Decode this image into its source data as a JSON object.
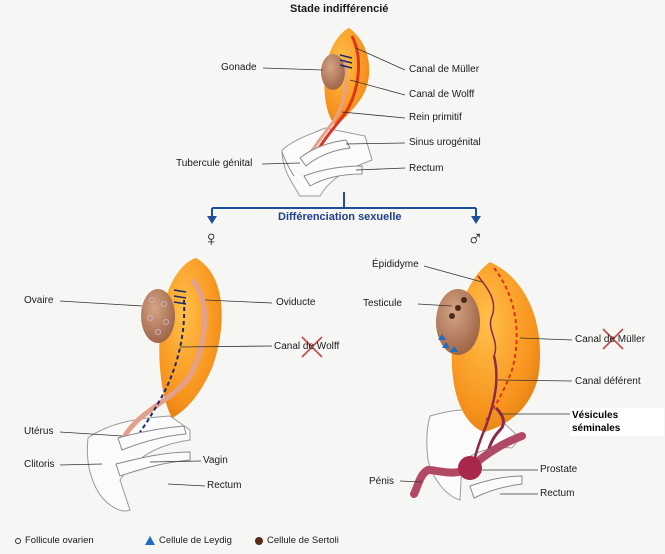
{
  "top": {
    "title": "Stade indifférencié",
    "labels": {
      "gonade": "Gonade",
      "canal_muller": "Canal de Müller",
      "canal_wolff": "Canal de Wolff",
      "rein_primitif": "Rein primitif",
      "sinus_urogenital": "Sinus urogénital",
      "tubercule_genital": "Tubercule génital",
      "rectum": "Rectum"
    }
  },
  "differentiation": {
    "label": "Différenciation sexuelle",
    "female_symbol": "♀",
    "male_symbol": "♂"
  },
  "female": {
    "labels": {
      "ovaire": "Ovaire",
      "oviducte": "Oviducte",
      "canal_wolff": "Canal de Wolff",
      "uterus": "Utérus",
      "clitoris": "Clitoris",
      "vagin": "Vagin",
      "rectum": "Rectum"
    }
  },
  "male": {
    "labels": {
      "epididyme": "Épididyme",
      "testicule": "Testicule",
      "canal_muller": "Canal de Müller",
      "canal_deferent": "Canal déférent",
      "vesicules_seminales": "Vésicules séminales",
      "prostate": "Prostate",
      "penis": "Pénis",
      "rectum": "Rectum"
    }
  },
  "legend": {
    "follicule": "Follicule ovarien",
    "leydig": "Cellule de Leydig",
    "sertoli": "Cellule de Sertoli"
  },
  "colors": {
    "orange": "#f7941d",
    "gonad": "#b07a5a",
    "red": "#e0331e",
    "blue": "#1f4e9c",
    "maroon": "#8b2a4a",
    "pink": "#e3a08c"
  }
}
